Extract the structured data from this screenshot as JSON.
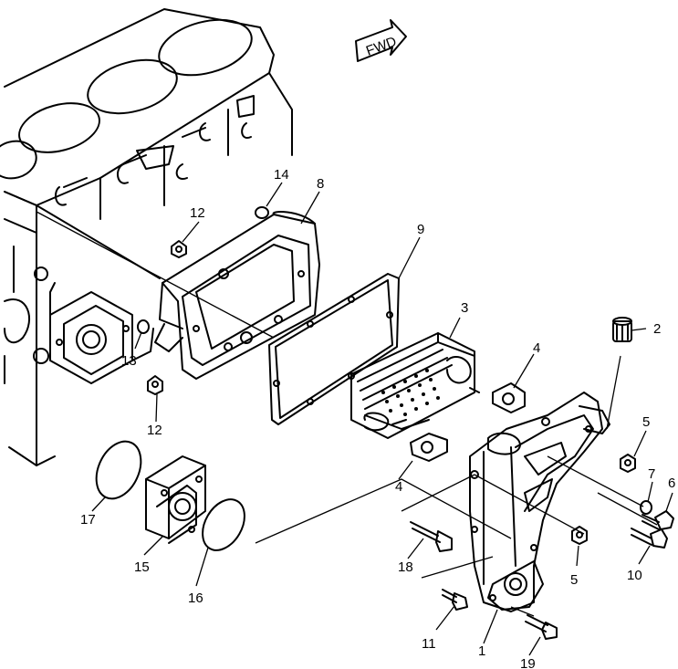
{
  "figure": {
    "fwd_badge": "FWD",
    "callouts": {
      "c1": "1",
      "c2": "2",
      "c3": "3",
      "c4a": "4",
      "c4b": "4",
      "c5a": "5",
      "c5b": "5",
      "c6": "6",
      "c7": "7",
      "c8": "8",
      "c9": "9",
      "c10": "10",
      "c11": "11",
      "c12a": "12",
      "c12b": "12",
      "c13": "13",
      "c14": "14",
      "c15": "15",
      "c16": "16",
      "c17": "17",
      "c18": "18",
      "c19": "19"
    }
  }
}
